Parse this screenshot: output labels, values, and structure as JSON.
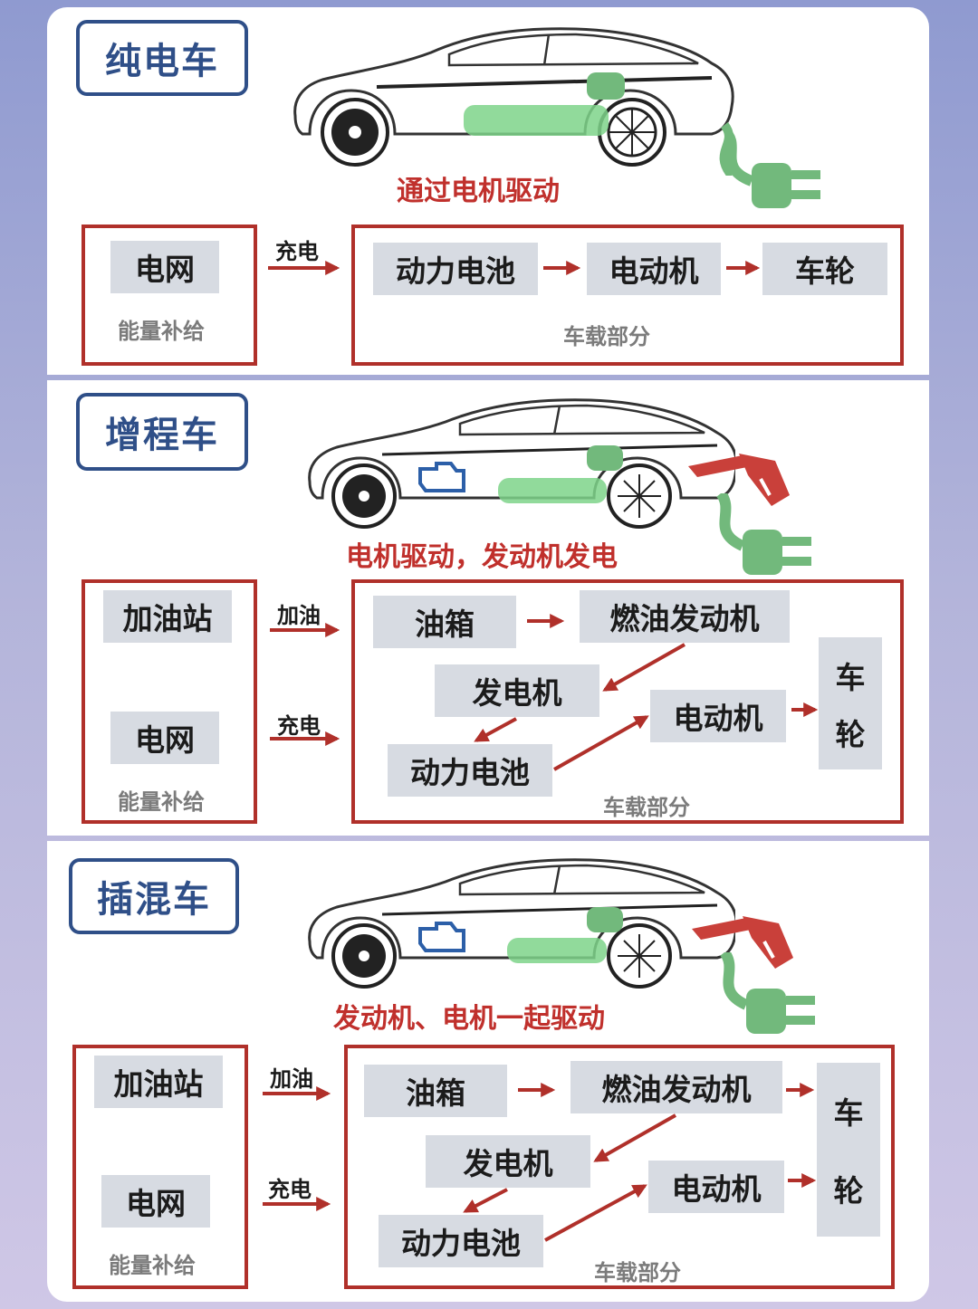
{
  "colors": {
    "title_border": "#2f4f88",
    "frame": "#b0302a",
    "caption": "#c0302c",
    "node_bg": "#d7dbe2",
    "battery": "#7ed38a",
    "plug": "#72b97c",
    "fuel_nozzle": "#c9403a",
    "engine_icon": "#2c5fa8"
  },
  "sections": [
    {
      "title": "纯电车",
      "caption": "通过电机驱动",
      "sources": [
        "电网"
      ],
      "source_note": "能量补给",
      "flows": [
        "充电"
      ],
      "nodes": [
        "动力电池",
        "电动机",
        "车轮"
      ],
      "onboard": "车载部分",
      "icons": [
        "car-icon",
        "battery-icon",
        "charge-port-icon",
        "plug-icon"
      ]
    },
    {
      "title": "增程车",
      "caption": "电机驱动，发动机发电",
      "sources": [
        "加油站",
        "电网"
      ],
      "source_note": "能量补给",
      "flows": [
        "加油",
        "充电"
      ],
      "nodes": [
        "油箱",
        "燃油发动机",
        "发电机",
        "动力电池",
        "电动机"
      ],
      "wheel": [
        "车",
        "轮"
      ],
      "onboard": "车载部分",
      "icons": [
        "car-icon",
        "engine-icon",
        "battery-icon",
        "charge-port-icon",
        "fuel-nozzle-icon",
        "plug-icon"
      ]
    },
    {
      "title": "插混车",
      "caption": "发动机、电机一起驱动",
      "sources": [
        "加油站",
        "电网"
      ],
      "source_note": "能量补给",
      "flows": [
        "加油",
        "充电"
      ],
      "nodes": [
        "油箱",
        "燃油发动机",
        "发电机",
        "动力电池",
        "电动机"
      ],
      "wheel": [
        "车",
        "轮"
      ],
      "onboard": "车载部分",
      "icons": [
        "car-icon",
        "engine-icon",
        "battery-icon",
        "charge-port-icon",
        "fuel-nozzle-icon",
        "plug-icon"
      ]
    }
  ]
}
